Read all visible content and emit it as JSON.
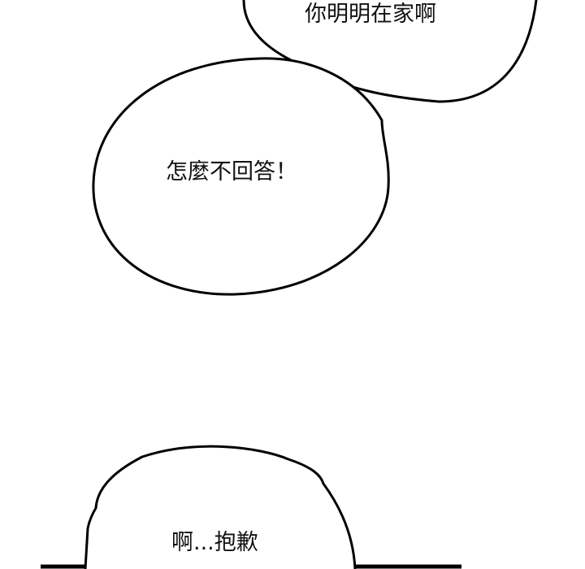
{
  "bubbles": [
    {
      "text": "你明明在家啊"
    },
    {
      "text": "怎麼不回答！"
    },
    {
      "text": "啊...抱歉"
    }
  ],
  "colors": {
    "ink": "#000000",
    "paper": "#ffffff"
  }
}
